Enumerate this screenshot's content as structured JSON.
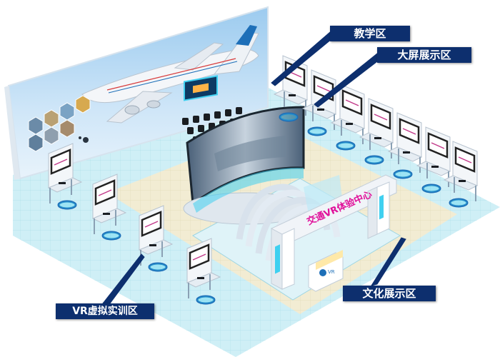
{
  "labels": {
    "teaching_zone": "教学区",
    "big_screen_zone": "大屏展示区",
    "vr_training_zone": "VR虚拟实训区",
    "culture_zone": "文化展示区"
  },
  "arch_sign": "交通VR体验中心",
  "kiosk_badge": "VR",
  "colors": {
    "callout_bg": "#0d2f6e",
    "arch_text": "#e0109a",
    "floor_cyan": "#cfeff6",
    "floor_cream": "#f2ecd3",
    "sky": "#8fc3ea",
    "airline_accent": "#1d6fb8"
  }
}
